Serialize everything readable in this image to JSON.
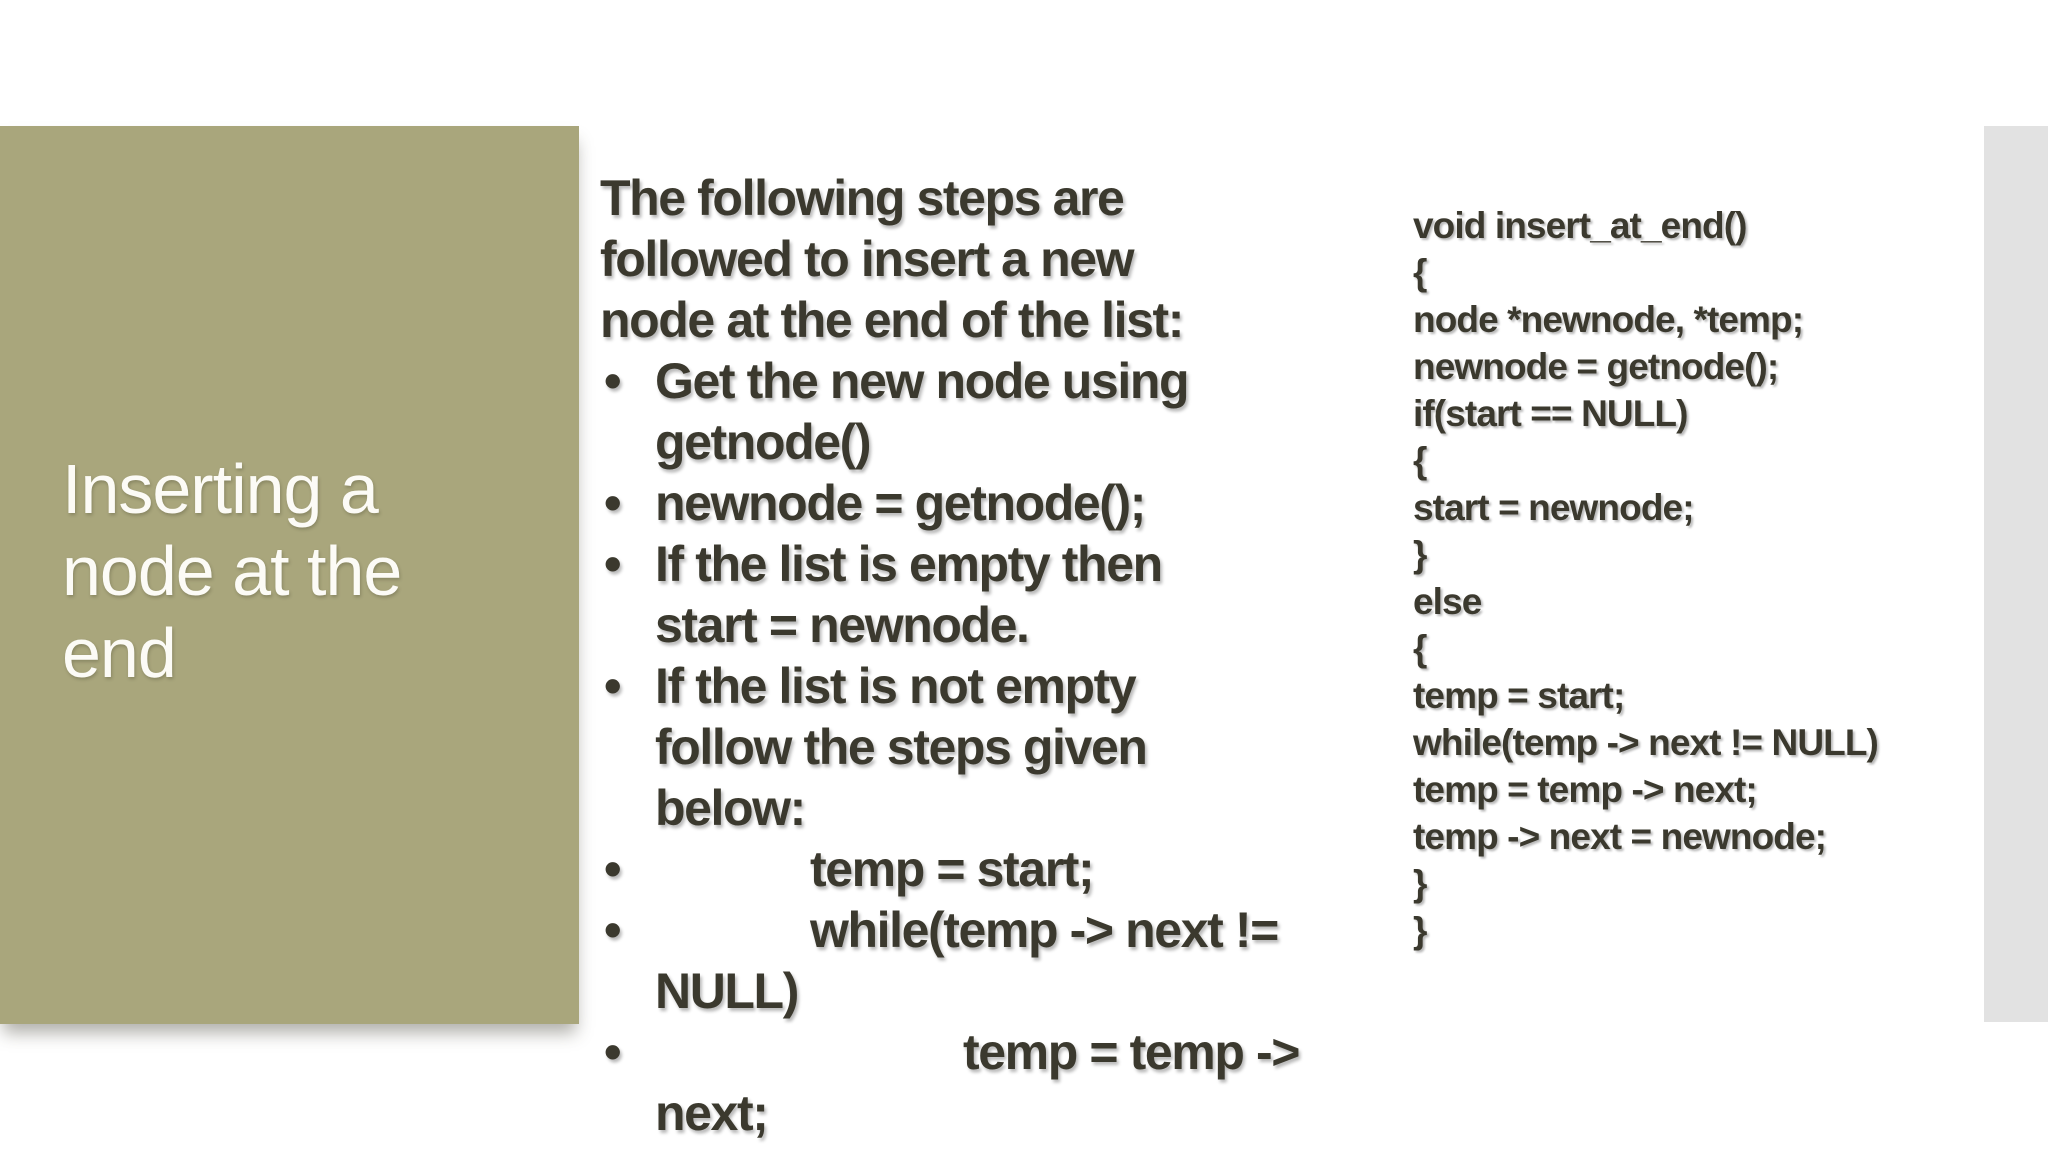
{
  "slide": {
    "title": {
      "full_text": "Inserting a node at the end",
      "lines": [
        "Inserting a",
        "node at the",
        "end"
      ]
    },
    "body": {
      "bullet_char": "•",
      "intro_text": "The following steps are followed to insert a new node at the end of the list:",
      "lines": [
        {
          "text": "The following steps are",
          "bullet": false,
          "indent": 0
        },
        {
          "text": "followed to insert a new",
          "bullet": false,
          "indent": 0
        },
        {
          "text": "node at the end of the list:",
          "bullet": false,
          "indent": 0
        },
        {
          "text": "Get the new node using",
          "bullet": true,
          "indent": 0
        },
        {
          "text": "getnode()",
          "bullet": false,
          "indent": 0
        },
        {
          "text": "newnode = getnode();",
          "bullet": true,
          "indent": 0
        },
        {
          "text": "If the list is empty then",
          "bullet": true,
          "indent": 0
        },
        {
          "text": "start = newnode.",
          "bullet": false,
          "indent": 0
        },
        {
          "text": "If the list is not empty",
          "bullet": true,
          "indent": 0
        },
        {
          "text": "follow the steps given",
          "bullet": false,
          "indent": 0
        },
        {
          "text": "below:",
          "bullet": false,
          "indent": 0
        },
        {
          "text": "temp = start;",
          "bullet": true,
          "indent": 1
        },
        {
          "text": "while(temp -> next !=",
          "bullet": true,
          "indent": 1
        },
        {
          "text": "NULL)",
          "bullet": false,
          "indent": 0
        },
        {
          "text": "temp = temp ->",
          "bullet": true,
          "indent": 2
        },
        {
          "text": "next;",
          "bullet": false,
          "indent": 0
        }
      ]
    },
    "code": {
      "lines": [
        "void insert_at_end()",
        "{",
        "node *newnode, *temp;",
        "newnode = getnode();",
        "if(start == NULL)",
        "{",
        "start = newnode;",
        "}",
        "else",
        "{",
        "temp = start;",
        "while(temp -> next != NULL)",
        "temp = temp -> next;",
        "temp -> next = newnode;",
        "}",
        "}"
      ]
    },
    "colors": {
      "band_green": "#A9A67C",
      "text_dark": "#3B392E",
      "strip_gray": "#E2E2E2",
      "title_white": "#FCFBF6",
      "background": "#FFFFFF"
    }
  }
}
